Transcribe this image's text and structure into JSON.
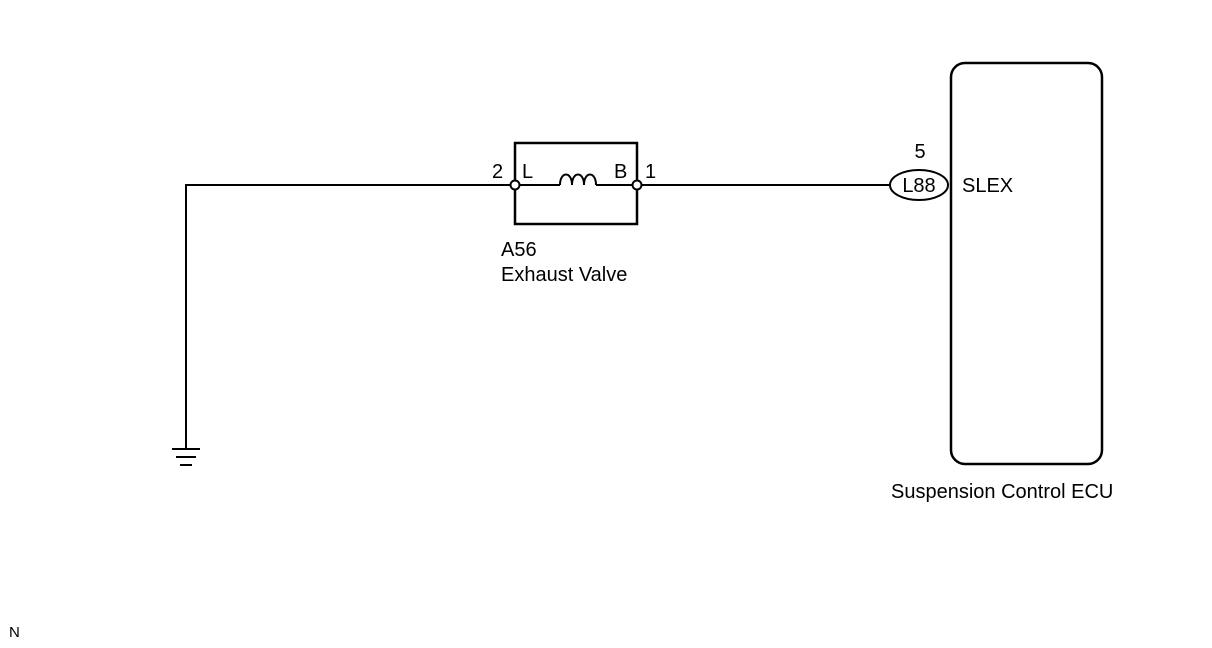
{
  "valve": {
    "code": "A56",
    "name": "Exhaust Valve",
    "pin_left_number": "2",
    "pin_left_letter": "L",
    "pin_right_letter": "B",
    "pin_right_number": "1"
  },
  "ecu": {
    "name": "Suspension Control ECU",
    "connector": "L88",
    "pin_number": "5",
    "terminal": "SLEX"
  },
  "footer": {
    "mark": "N"
  }
}
